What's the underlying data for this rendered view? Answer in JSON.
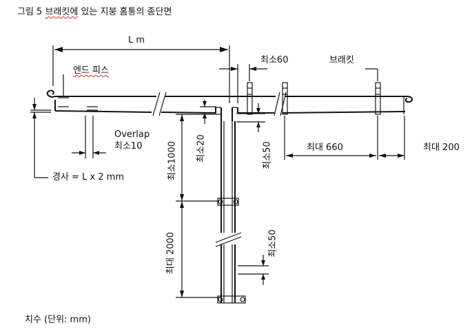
{
  "figure": {
    "caption": "그림 5 브래킷에 있는 지붕 홈통의 종단면",
    "footer": "치수 (단위: mm)"
  },
  "labels": {
    "length": "L m",
    "end_piece": "엔드 피스",
    "min60": "최소60",
    "bracket": "브래킷",
    "overlap": "Overlap",
    "min10": "최소10",
    "slope": "경사 = L x 2 mm",
    "min20": "최소20",
    "min1000": "최소1000",
    "min50_top": "최소50",
    "max660": "최대 660",
    "max200": "최대 200",
    "max2000": "최대 2000",
    "min50_bottom": "최소50"
  }
}
